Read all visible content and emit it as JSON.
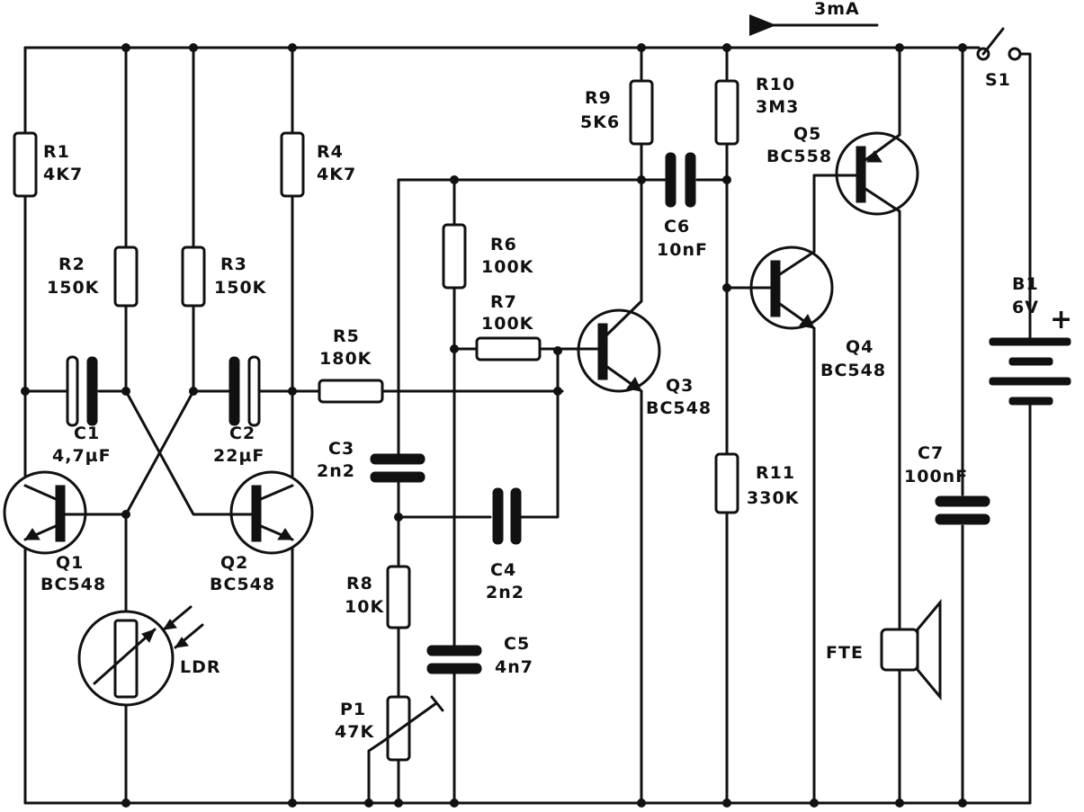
{
  "current": {
    "value": "3mA"
  },
  "components": {
    "R1": {
      "ref": "R1",
      "value": "4K7"
    },
    "R2": {
      "ref": "R2",
      "value": "150K"
    },
    "R3": {
      "ref": "R3",
      "value": "150K"
    },
    "R4": {
      "ref": "R4",
      "value": "4K7"
    },
    "R5": {
      "ref": "R5",
      "value": "180K"
    },
    "R6": {
      "ref": "R6",
      "value": "100K"
    },
    "R7": {
      "ref": "R7",
      "value": "100K"
    },
    "R8": {
      "ref": "R8",
      "value": "10K"
    },
    "R9": {
      "ref": "R9",
      "value": "5K6"
    },
    "R10": {
      "ref": "R10",
      "value": "3M3"
    },
    "R11": {
      "ref": "R11",
      "value": "330K"
    },
    "P1": {
      "ref": "P1",
      "value": "47K"
    },
    "C1": {
      "ref": "C1",
      "value": "4,7µF"
    },
    "C2": {
      "ref": "C2",
      "value": "22µF"
    },
    "C3": {
      "ref": "C3",
      "value": "2n2"
    },
    "C4": {
      "ref": "C4",
      "value": "2n2"
    },
    "C5": {
      "ref": "C5",
      "value": "4n7"
    },
    "C6": {
      "ref": "C6",
      "value": "10nF"
    },
    "C7": {
      "ref": "C7",
      "value": "100nF"
    },
    "Q1": {
      "ref": "Q1",
      "value": "BC548"
    },
    "Q2": {
      "ref": "Q2",
      "value": "BC548"
    },
    "Q3": {
      "ref": "Q3",
      "value": "BC548"
    },
    "Q4": {
      "ref": "Q4",
      "value": "BC548"
    },
    "Q5": {
      "ref": "Q5",
      "value": "BC558"
    },
    "B1": {
      "ref": "B1",
      "value": "6V",
      "polarity": "+"
    },
    "S1": {
      "ref": "S1"
    },
    "LDR": {
      "ref": "LDR"
    },
    "FTE": {
      "ref": "FTE"
    }
  }
}
